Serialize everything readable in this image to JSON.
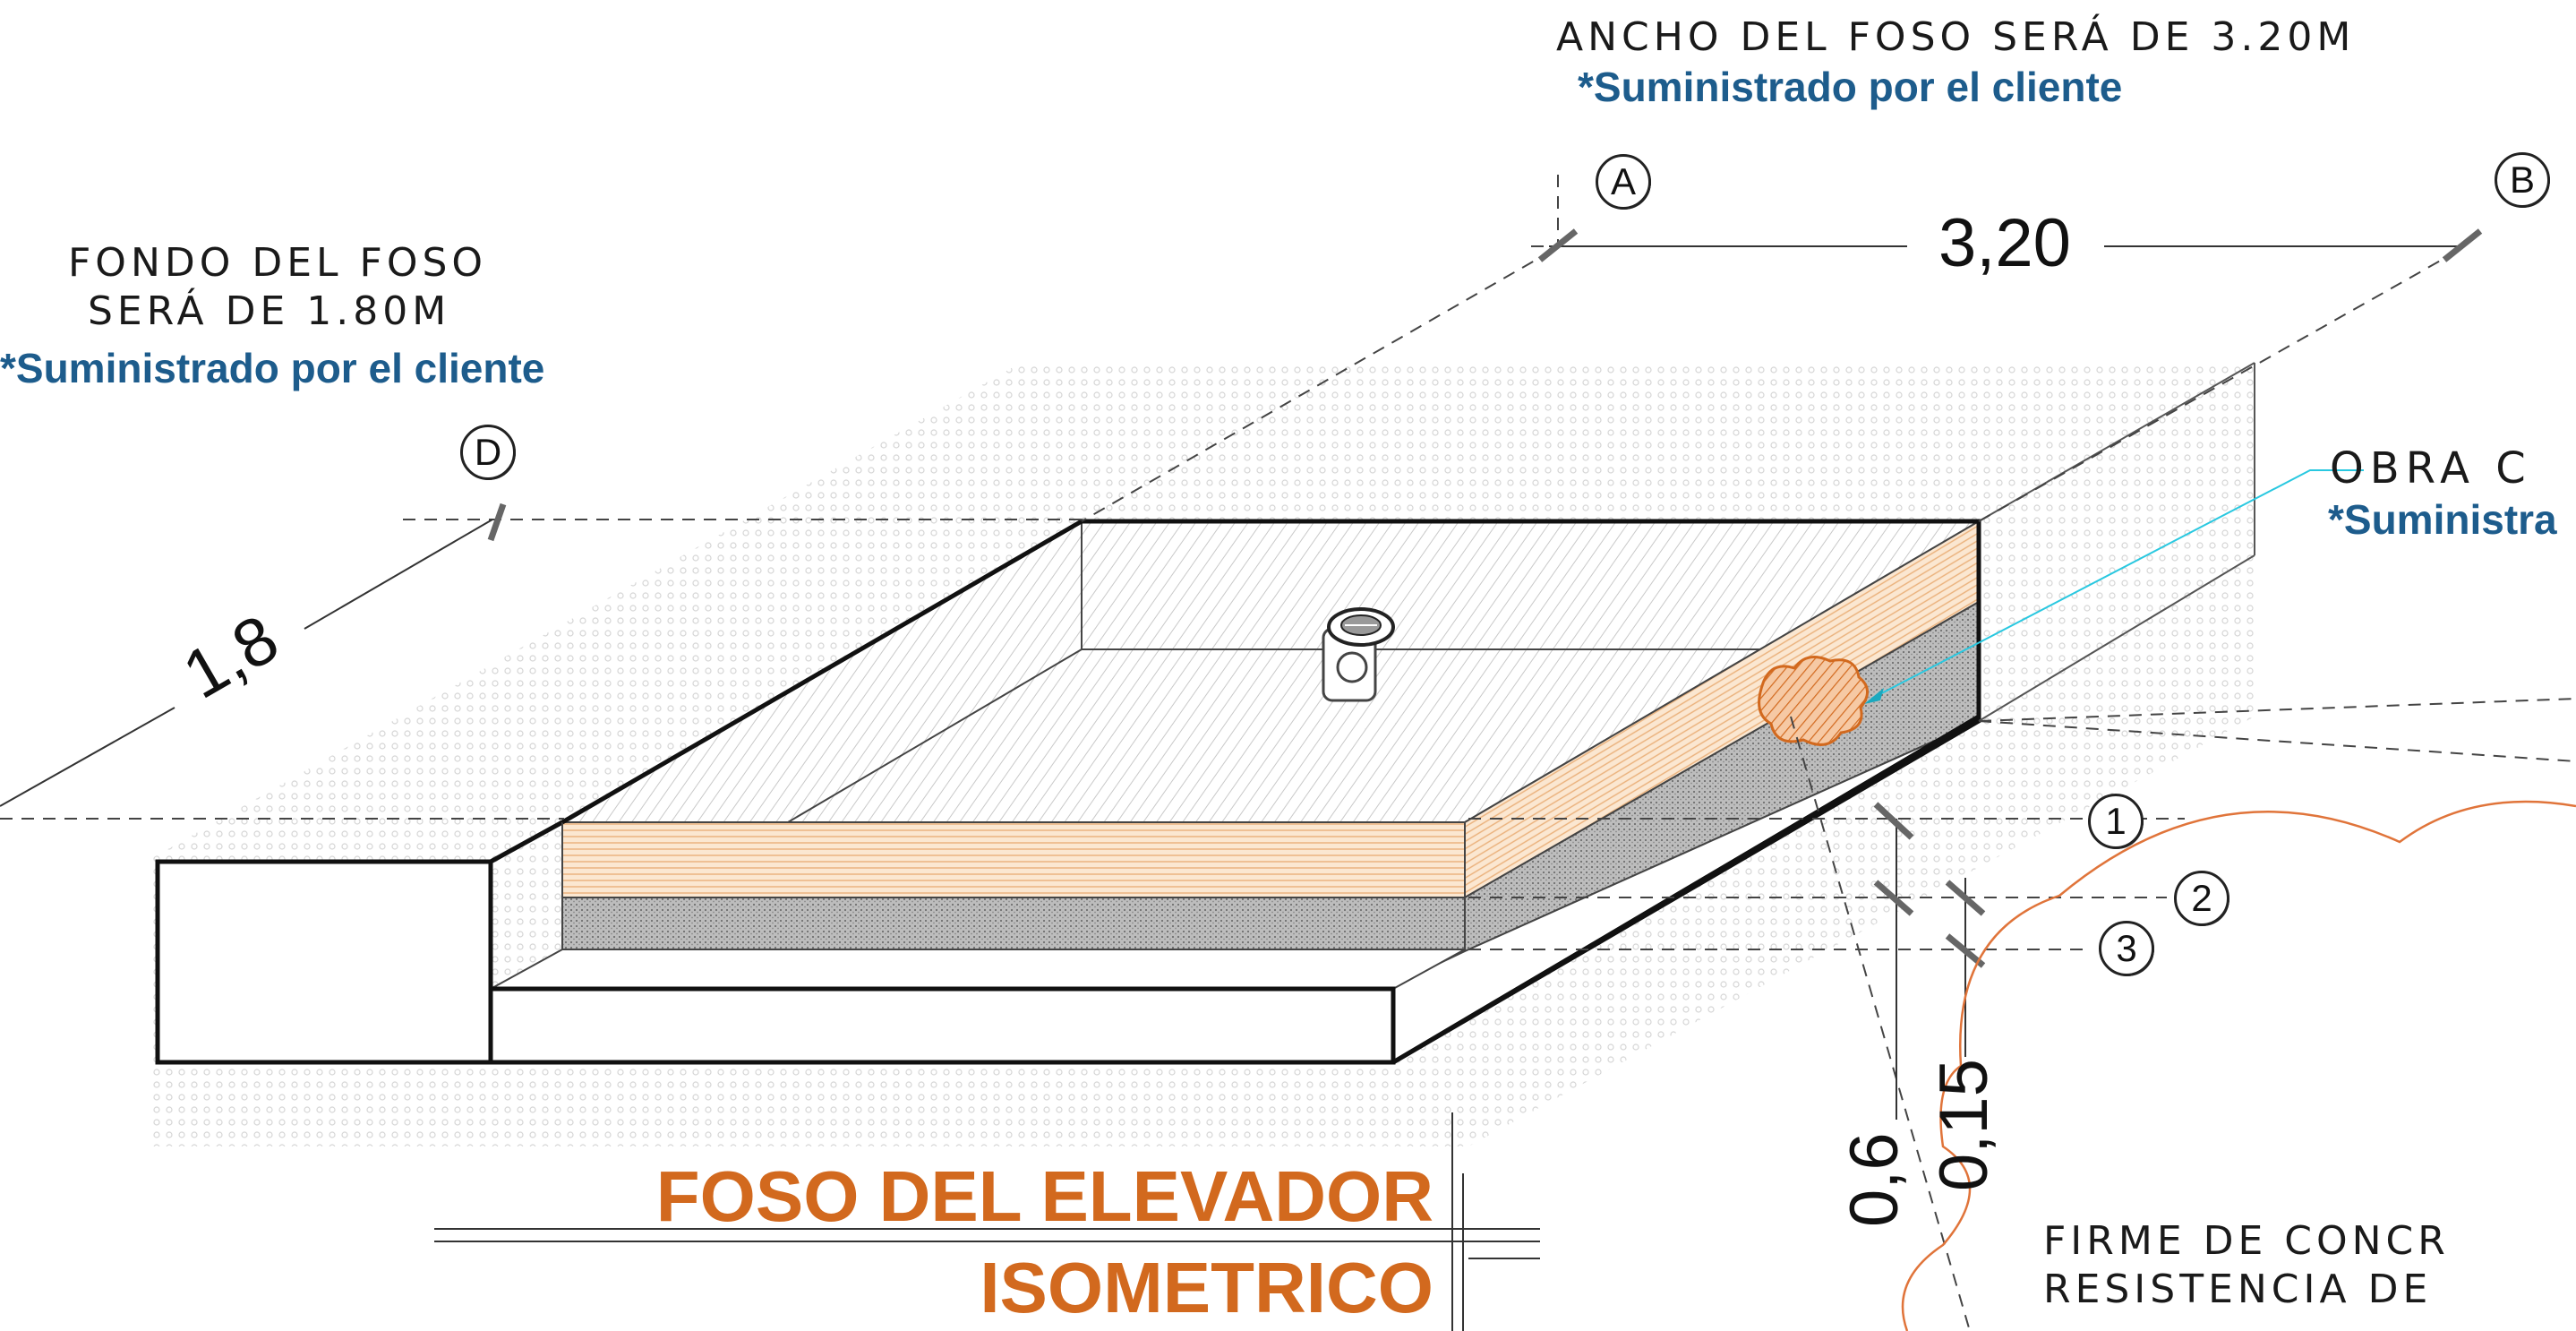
{
  "notes": {
    "width_note": "Ancho del foso será de 3.20m",
    "width_supplied": "*Suministrado por el cliente",
    "depth_note_line1": "Fondo del foso",
    "depth_note_line2": "será de 1.80m",
    "depth_supplied": "*Suministrado por el cliente",
    "obra_note": "OBRA C",
    "obra_supplied": "*Suministra",
    "firme_line1": "FIRME DE CONCR",
    "firme_line2": "RESISTENCIA DE"
  },
  "dimensions": {
    "width": "3,20",
    "depth": "1,8",
    "layer_a": "0,6",
    "layer_b": "0,15"
  },
  "markers": {
    "a": "A",
    "b": "B",
    "d": "D",
    "one": "1",
    "two": "2",
    "three": "3"
  },
  "title": {
    "main": "FOSO DEL ELEVADOR",
    "sub": "ISOMETRICO"
  },
  "colors": {
    "title": "#d2691e",
    "supplied_note": "#1d5c8c",
    "wood_layer": "#f2c89a",
    "leader": "#29c8e0"
  }
}
